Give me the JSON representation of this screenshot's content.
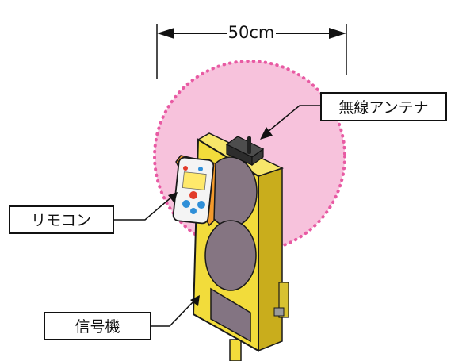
{
  "dimension": {
    "label": "50cm"
  },
  "callouts": {
    "antenna": "無線アンテナ",
    "remote": "リモコン",
    "signal": "信号機"
  },
  "colors": {
    "range_fill": "#f7c2dc",
    "range_dots": "#e85aa3",
    "housing": "#f2dc3b",
    "housing_side": "#c9ad1c",
    "lens": "#857582",
    "outline": "#1a1a1a"
  }
}
